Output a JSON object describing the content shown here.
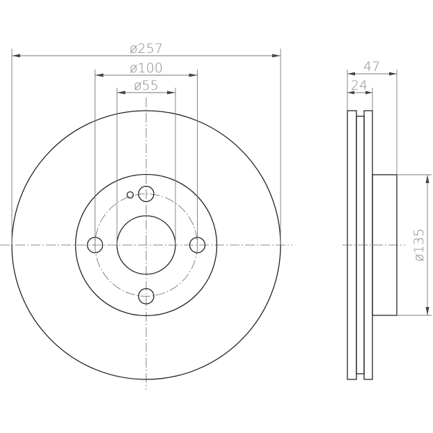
{
  "title": "Brake disc technical drawing",
  "dimensions": {
    "outer_diameter": "ø257",
    "bolt_circle_diameter": "ø100",
    "center_bore_diameter": "ø55",
    "total_height": "47",
    "disc_thickness": "24",
    "hub_diameter": "ø135"
  }
}
